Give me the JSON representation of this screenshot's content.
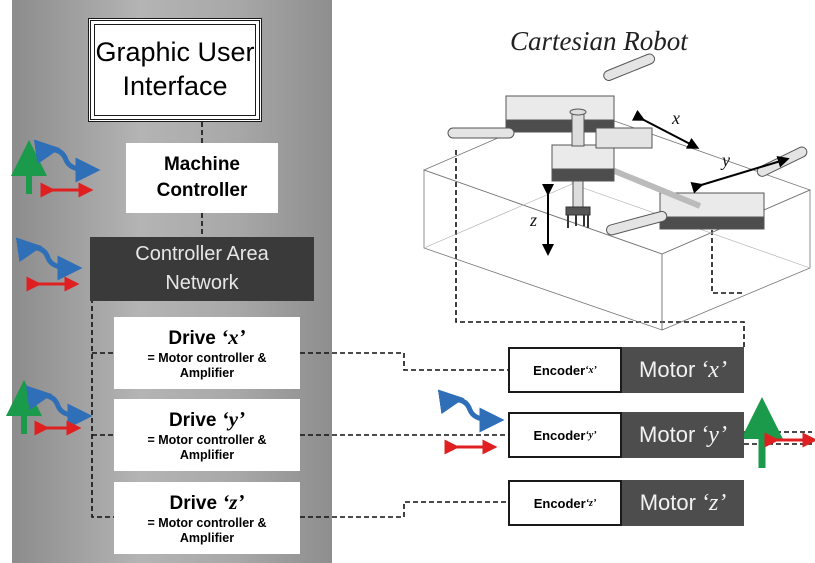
{
  "title": "Cartesian Robot",
  "gui": {
    "line1": "Graphic User",
    "line2": "Interface"
  },
  "machine_controller": {
    "line1": "Machine",
    "line2": "Controller"
  },
  "can": {
    "line1": "Controller Area",
    "line2": "Network"
  },
  "drives": [
    {
      "label": "Drive",
      "axis": "‘x’",
      "line1": "= Motor controller &",
      "line2": "Amplifier"
    },
    {
      "label": "Drive",
      "axis": "‘y’",
      "line1": "= Motor controller &",
      "line2": "Amplifier"
    },
    {
      "label": "Drive",
      "axis": "‘z’",
      "line1": "= Motor controller &",
      "line2": "Amplifier"
    }
  ],
  "encoders": [
    {
      "label": "Encoder",
      "axis": "‘x’"
    },
    {
      "label": "Encoder",
      "axis": "‘y’"
    },
    {
      "label": "Encoder",
      "axis": "‘z’"
    }
  ],
  "motors": [
    {
      "label": "Motor",
      "axis": "‘x’"
    },
    {
      "label": "Motor",
      "axis": "‘y’"
    },
    {
      "label": "Motor",
      "axis": "‘z’"
    }
  ],
  "robot_axes": {
    "x": "x",
    "y": "y",
    "z": "z"
  },
  "icons": [
    "power-arrow-icon",
    "data-exchange-icon",
    "signal-arrow-icon"
  ],
  "colors": {
    "power": "#1a9a4a",
    "data": "#2f6fb8",
    "signal": "#e02020",
    "panel": "#a8a8a8",
    "dark_box": "#3a3a3a",
    "motor": "#4d4d4d"
  }
}
